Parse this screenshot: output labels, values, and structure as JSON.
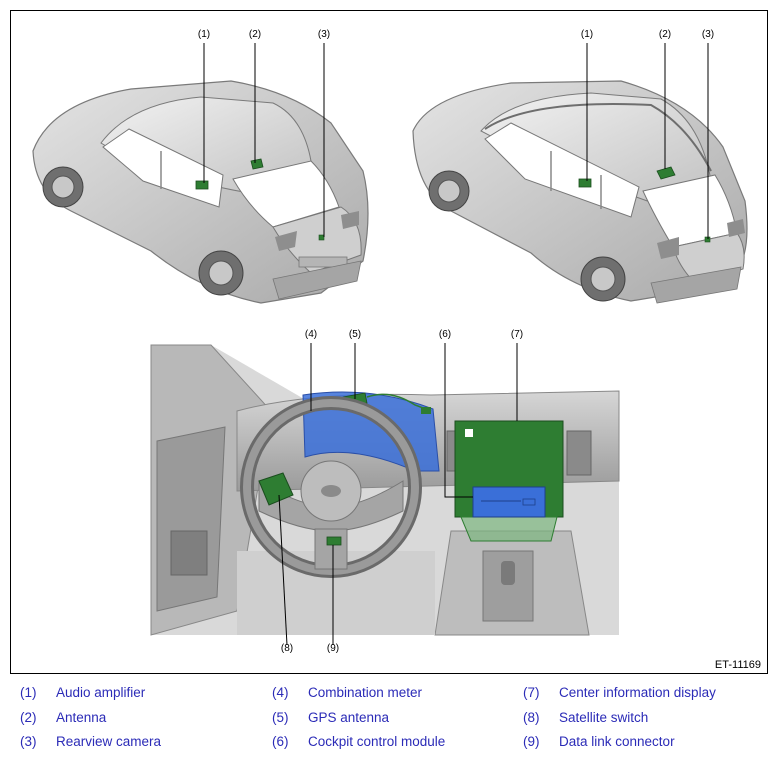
{
  "callouts": {
    "sedan": [
      "(1)",
      "(2)",
      "(3)"
    ],
    "wagon": [
      "(1)",
      "(2)",
      "(3)"
    ],
    "dash_top": [
      "(4)",
      "(5)",
      "(6)",
      "(7)"
    ],
    "dash_bottom": [
      "(8)",
      "(9)"
    ]
  },
  "figure_id": "ET-11169",
  "legend": [
    {
      "num": "(1)",
      "label": "Audio amplifier"
    },
    {
      "num": "(2)",
      "label": "Antenna"
    },
    {
      "num": "(3)",
      "label": "Rearview camera"
    },
    {
      "num": "(4)",
      "label": "Combination meter"
    },
    {
      "num": "(5)",
      "label": "GPS antenna"
    },
    {
      "num": "(6)",
      "label": "Cockpit control module"
    },
    {
      "num": "(7)",
      "label": "Center information display"
    },
    {
      "num": "(8)",
      "label": "Satellite switch"
    },
    {
      "num": "(9)",
      "label": "Data link connector"
    }
  ],
  "colors": {
    "legend_text": "#2b2bb7",
    "component_green": "#2e7d32",
    "meter_blue": "#3a6fd8",
    "body_gray": "#c8c8c8"
  }
}
